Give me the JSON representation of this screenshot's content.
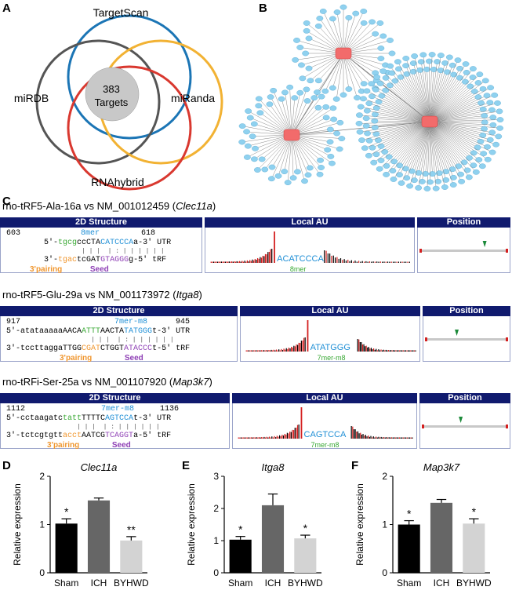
{
  "panel_letters": {
    "a": "A",
    "b": "B",
    "c": "C",
    "d": "D",
    "e": "E",
    "f": "F"
  },
  "venn": {
    "sets": [
      "TargetScan",
      "miRDB",
      "miRanda",
      "RNAhybrid"
    ],
    "center_value": "383",
    "center_label": "Targets",
    "colors": {
      "TargetScan": "#1b75b5",
      "miRDB": "#555555",
      "miRanda": "#f2b233",
      "RNAhybrid": "#d9382f",
      "center": "#c8c8c8"
    }
  },
  "network": {
    "hub_color": "#f26b6b",
    "node_color": "#8fd1ef",
    "hubs": [
      {
        "spokes": 44,
        "id": "hub-top"
      },
      {
        "spokes": 56,
        "id": "hub-left"
      },
      {
        "spokes": 150,
        "id": "hub-right"
      }
    ]
  },
  "section_c": {
    "headers": {
      "structure": "2D Structure",
      "local_au": "Local AU",
      "position": "Position"
    },
    "entries": [
      {
        "title_prefix": "rno-tRF5-Ala-16a vs NM_001012459 (",
        "gene": "Clec11a",
        "title_suffix": ")",
        "start": "603",
        "end": "618",
        "seed_type": "8mer",
        "utr_seq": [
          [
            "5'-",
            ""
          ],
          [
            "tgcg",
            "g"
          ],
          [
            "ccCTA",
            ""
          ],
          [
            "CATCCCA",
            "b"
          ],
          [
            "a-3'",
            ""
          ]
        ],
        "utr_label": "UTR",
        "trf_seq": [
          [
            "3'-",
            ""
          ],
          [
            "tgac",
            "o"
          ],
          [
            "tcGAT",
            ""
          ],
          [
            "GTAGGG",
            "p"
          ],
          [
            "g-5'",
            ""
          ]
        ],
        "trf_label": "tRF",
        "pairing_label": "3'pairing",
        "seed_label": "Seed",
        "site_seq": "ACATCCCA",
        "au_sublabel": "8mer",
        "position_frac": 0.74
      },
      {
        "title_prefix": "rno-tRF5-Glu-29a vs NM_001173972 (",
        "gene": "Itga8",
        "title_suffix": ")",
        "start": "917",
        "end": "945",
        "seed_type": "7mer-m8",
        "utr_seq": [
          [
            "5'-atataaaaaAACA",
            ""
          ],
          [
            "ATTT",
            "g"
          ],
          [
            "AACTA",
            ""
          ],
          [
            "TATGGG",
            "b"
          ],
          [
            "t-3'",
            ""
          ]
        ],
        "utr_label": "UTR",
        "trf_seq": [
          [
            "3'-tccttaggaTTGG",
            ""
          ],
          [
            "CGAT",
            "o"
          ],
          [
            "CTGGT",
            ""
          ],
          [
            "ATACCC",
            "p"
          ],
          [
            "t-5'",
            ""
          ]
        ],
        "trf_label": "tRF",
        "pairing_label": "3'pairing",
        "seed_label": "Seed",
        "site_seq": "ATATGGG",
        "au_sublabel": "7mer-m8",
        "position_frac": 0.38
      },
      {
        "title_prefix": "rno-tRFi-Ser-25a vs NM_001107920 (",
        "gene": "Map3k7",
        "title_suffix": ")",
        "start": "1112",
        "end": "1136",
        "seed_type": "7mer-m8",
        "utr_seq": [
          [
            "5'-cctaagatc",
            ""
          ],
          [
            "tatt",
            "g"
          ],
          [
            "TTTTC",
            ""
          ],
          [
            "AGTCCA",
            "b"
          ],
          [
            "t-3'",
            ""
          ]
        ],
        "utr_label": "UTR",
        "trf_seq": [
          [
            "3'-tctcgtgtt",
            ""
          ],
          [
            "acct",
            "o"
          ],
          [
            "AATCG",
            ""
          ],
          [
            "TCAGGT",
            "p"
          ],
          [
            "a-5'",
            ""
          ]
        ],
        "trf_label": "tRF",
        "pairing_label": "3'pairing",
        "seed_label": "Seed",
        "site_seq": "CAGTCCA",
        "au_sublabel": "7mer-m8",
        "position_frac": 0.45
      }
    ]
  },
  "chart_data": [
    {
      "type": "bar",
      "title": "Clec11a",
      "ylabel": "Relative expression",
      "categories": [
        "Sham",
        "ICH",
        "BYHWD"
      ],
      "values": [
        1.02,
        1.5,
        0.67
      ],
      "errors": [
        0.1,
        0.05,
        0.08
      ],
      "annotations": [
        "*",
        "",
        "**"
      ],
      "colors": [
        "#000000",
        "#666666",
        "#d3d3d3"
      ],
      "ylim": [
        0,
        2
      ],
      "yticks": [
        "0",
        "1",
        "2"
      ]
    },
    {
      "type": "bar",
      "title": "Itga8",
      "ylabel": "Relative expression",
      "categories": [
        "Sham",
        "ICH",
        "BYHWD"
      ],
      "values": [
        1.03,
        2.1,
        1.07
      ],
      "errors": [
        0.1,
        0.35,
        0.1
      ],
      "annotations": [
        "*",
        "",
        "*"
      ],
      "colors": [
        "#000000",
        "#666666",
        "#d3d3d3"
      ],
      "ylim": [
        0,
        3
      ],
      "yticks": [
        "0",
        "1",
        "2",
        "3"
      ]
    },
    {
      "type": "bar",
      "title": "Map3k7",
      "ylabel": "Relative expression",
      "categories": [
        "Sham",
        "ICH",
        "BYHWD"
      ],
      "values": [
        1.0,
        1.45,
        1.02
      ],
      "errors": [
        0.08,
        0.07,
        0.1
      ],
      "annotations": [
        "*",
        "",
        "*"
      ],
      "colors": [
        "#000000",
        "#666666",
        "#d3d3d3"
      ],
      "ylim": [
        0,
        2
      ],
      "yticks": [
        "0",
        "1",
        "2"
      ]
    }
  ]
}
